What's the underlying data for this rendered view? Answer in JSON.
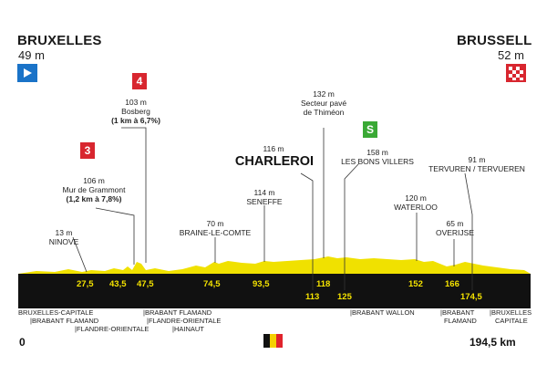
{
  "start": {
    "city": "BRUXELLES",
    "altitude": "49 m"
  },
  "finish": {
    "city": "BRUSSELL",
    "altitude": "52 m"
  },
  "climbs": [
    {
      "category": "4",
      "altitude": "103 m",
      "name": "Bosberg",
      "detail": "(1 km à 6,7%)",
      "color": "#d8262f"
    },
    {
      "category": "3",
      "altitude": "106 m",
      "name": "Mur de Grammont",
      "detail": "(1,2 km à 7,8%)",
      "color": "#d8262f"
    }
  ],
  "sprint": {
    "badge": "S",
    "altitude": "158 m",
    "name": "LES BONS VILLERS",
    "color": "#3aa935"
  },
  "waypoints": [
    {
      "altitude": "13 m",
      "name": "NINOVE"
    },
    {
      "altitude": "70 m",
      "name": "BRAINE-LE-COMTE"
    },
    {
      "altitude": "114 m",
      "name": "SENEFFE"
    },
    {
      "altitude": "116 m",
      "name": "CHARLEROI"
    },
    {
      "altitude": "132 m",
      "name": "Secteur pavé",
      "name2": "de Thiméon"
    },
    {
      "altitude": "120 m",
      "name": "WATERLOO"
    },
    {
      "altitude": "65 m",
      "name": "OVERIJSE"
    },
    {
      "altitude": "91 m",
      "name": "TERVUREN / TERVUEREN"
    }
  ],
  "km_markers_top": [
    "27,5",
    "43,5",
    "47,5",
    "74,5",
    "93,5",
    "118",
    "152",
    "166"
  ],
  "km_markers_bottom": [
    "113",
    "125",
    "174,5"
  ],
  "regions": {
    "start_1": "BRUXELLES-CAPITALE",
    "start_2": "|BRABANT FLAMAND",
    "start_3": "|FLANDRE-ORIENTALE",
    "mid_1": "|BRABANT FLAMAND",
    "mid_2": "|FLANDRE-ORIENTALE",
    "mid_3": "|HAINAUT",
    "wallon": "|BRABANT WALLON",
    "flamand_1": "|BRABANT",
    "flamand_2": "FLAMAND",
    "capitale_1": "|BRUXELLES",
    "capitale_2": "CAPITALE"
  },
  "footer": {
    "start_km": "0",
    "total_km": "194,5 km"
  },
  "colors": {
    "profile": "#f0e100",
    "band": "#111111",
    "start_flag": "#1a73c8",
    "finish_flag": "#d8262f"
  }
}
